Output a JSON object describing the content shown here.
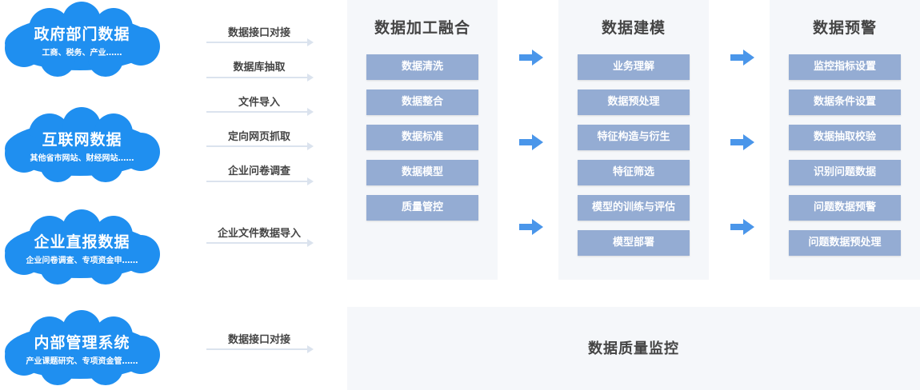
{
  "sources": [
    {
      "title": "政府部门数据",
      "subtitle": "工商、税务、产业……"
    },
    {
      "title": "互联网数据",
      "subtitle": "其他省市网站、财经网站……"
    },
    {
      "title": "企业直报数据",
      "subtitle": "企业问卷调查、专项资金申……"
    },
    {
      "title": "内部管理系统",
      "subtitle": "产业课题研究、专项资金管……"
    }
  ],
  "methods": [
    "数据接口对接",
    "数据库抽取",
    "文件导入",
    "定向网页抓取",
    "企业问卷调查",
    "企业文件数据导入",
    "数据接口对接"
  ],
  "panels": [
    {
      "title": "数据加工融合",
      "items": [
        "数据清洗",
        "数据整合",
        "数据标准",
        "数据模型",
        "质量管控"
      ]
    },
    {
      "title": "数据建模",
      "items": [
        "业务理解",
        "数据预处理",
        "特征构造与衍生",
        "特征筛选",
        "模型的训练与评估",
        "模型部署"
      ]
    },
    {
      "title": "数据预警",
      "items": [
        "监控指标设置",
        "数据条件设置",
        "数据抽取校验",
        "识别问题数据",
        "问题数据预警",
        "问题数据预处理"
      ]
    }
  ],
  "bottom": {
    "title": "数据质量监控"
  },
  "colors": {
    "cloud": "#1f8ff0",
    "chip": "#94acd3",
    "arrow": "#4a96ea",
    "panel_bg": "#f5f7fa"
  }
}
